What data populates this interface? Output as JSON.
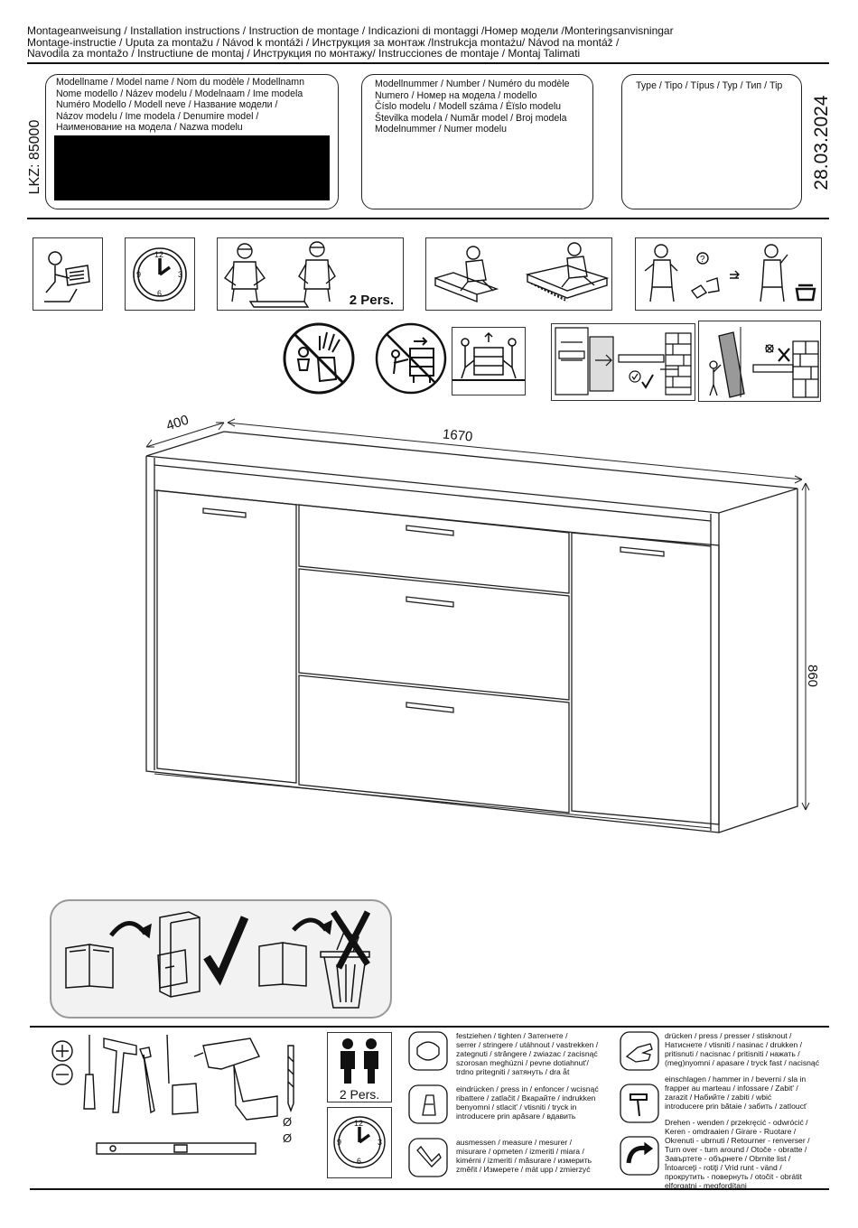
{
  "header": {
    "title_lines": [
      "Montageanweisung    / Installation instructions / Instruction de montage / Indicazioni di montaggi /Номер модели /Monteringsanvisningar",
      "Montage-instructie / Uputa za montažu / Návod k montáži / Инструкция за монтаж /Instrukcja montażu/ Návod na montáž /",
      "Navodila za montažo / Instructiune de montaj / Инструкция по монтажу/ Instrucciones de montaje / Montaj Talimati"
    ]
  },
  "side": {
    "lkz": "LKZ: 85000",
    "date": "28.03.2024"
  },
  "info_boxes": {
    "model_name": [
      "Modellname / Model name / Nom du modèle / Modellnamn",
      "Nome modello / Název modelu / Modelnaam / Ime modela",
      "Numéro Modello / Modell neve / Название модели /",
      "Názov modelu / Ime modela / Denumire model /",
      "Наименование на модела / Nazwa modelu"
    ],
    "model_number": [
      "Modellnummer / Number / Numéro du modèle",
      "Numero /  Номер на модела / modello",
      "Číslo modelu / Modell száma / Ėïslo modelu",
      "Številka modela / Număr model / Broj modela",
      "Modelnummer / Numer modelu"
    ],
    "type": "Type / Tipo / Típus / Typ / Тип / Tip"
  },
  "labels": {
    "two_persons": "2 Pers."
  },
  "dimensions": {
    "depth": "400",
    "width": "1670",
    "height": "860"
  },
  "tools": {
    "diameter_1": "Ø",
    "diameter_2": "Ø",
    "two_persons": "2 Pers."
  },
  "symbols": {
    "tighten": [
      "festziehen / tighten / Затегнете /",
      "serrer / stringere / utáhnout / vastrekken /",
      "zategnuti / strângere / zwiazac / zacisnąć",
      "szorosan meghúzni / pevne dotiahnut'/",
      "trdno pritegniti / затянуть / dra åt"
    ],
    "press_in": [
      "eindrücken / press in / enfoncer / wcisnąć",
      "ribattere / zatlačit / Вкарайте / indrukken",
      "benyomni / stlacit' / vtisniti / tryck in",
      "introducere prin apăsare / вдавить"
    ],
    "measure": [
      "ausmessen / measure / mesurer /",
      "misurare / opmeten / izmeriti / miara /",
      "kimérni / izmeriti / măsurare / измерить",
      "změřit / Измерете / mät upp / zmierzyć"
    ],
    "press": [
      "drücken / press / presser / stisknout /",
      "Натиснете / vtisniti / nasinac / drukken /",
      "pritisnuti / nacisnac / pritisniti / нажать /",
      "(meg)nyomni / apasare / tryck fast / nacisnąć"
    ],
    "hammer_in": [
      "einschlagen / hammer in / beverni / sla in",
      "frapper au marteau / infossare / Zabit' /",
      "zarazit / Набийте / zabiti / wbić",
      "introducere prin bătaie / забить / zatloucť"
    ],
    "turn_over": [
      "Drehen - wenden / przekręcić - odwrócić /",
      "Keren - omdraaien / Girare - Ruotare /",
      "Okrenuti - ubrnuti / Retourner - renverser /",
      "Turn over - turn around / Otoče - obratte /",
      "Завъртете - обърнете / Obrnite list /",
      "Întoarceţi - rotiţi / Vrid runt - vänd /",
      "прокрутить - повернуть / otočit - obrátit",
      "elforgatni - megfordítani"
    ]
  },
  "colors": {
    "ink": "#111111",
    "name_fill": "#000000",
    "recycle_bg": "#f2f2f2"
  }
}
